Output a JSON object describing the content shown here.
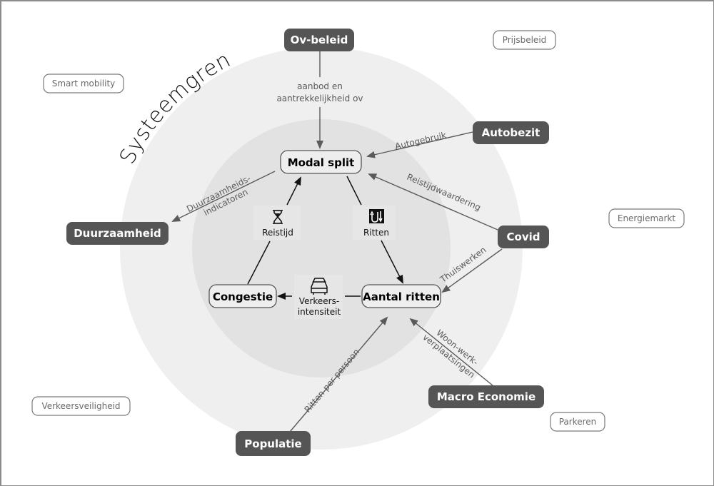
{
  "title": "Systeemgrens",
  "colors": {
    "outer_ring": "#efefef",
    "inner_ring": "#e2e2e2",
    "dark_node": "#555555",
    "edge_gray": "#5a5a5a",
    "edge_black": "#111111",
    "external_text": "#6a6a6a"
  },
  "core_nodes": {
    "modal_split": "Modal split",
    "congestie": "Congestie",
    "aantal_ritten": "Aantal ritten"
  },
  "factor_nodes": {
    "ov_beleid": "Ov-beleid",
    "autobezit": "Autobezit",
    "covid": "Covid",
    "duurzaamheid": "Duurzaamheid",
    "macro_economie": "Macro Economie",
    "populatie": "Populatie"
  },
  "external_nodes": {
    "smart_mobility": "Smart mobility",
    "prijsbeleid": "Prijsbeleid",
    "energiemarkt": "Energiemarkt",
    "verkeersveiligheid": "Verkeersveiligheid",
    "parkeren": "Parkeren"
  },
  "edge_labels": {
    "ov_line1": "aanbod en",
    "ov_line2": "aantrekkelijkheid ov",
    "autogebruik": "Autogebruik",
    "reistijdwaardering": "Reistijdwaardering",
    "thuiswerken": "Thuiswerken",
    "woon_line1": "Woon-werk-",
    "woon_line2": "verplaatsingen",
    "ritten_per_persoon": "Ritten per persoon",
    "duurz_line1": "Duurzaamheids-",
    "duurz_line2": "indicatoren"
  },
  "inner_labels": {
    "reistijd": "Reistijd",
    "ritten": "Ritten",
    "verkeers_line1": "Verkeers-",
    "verkeers_line2": "intensiteit"
  },
  "icons": {
    "reistijd": "hourglass-icon",
    "ritten": "trips-icon",
    "verkeersintensiteit": "cars-icon"
  }
}
